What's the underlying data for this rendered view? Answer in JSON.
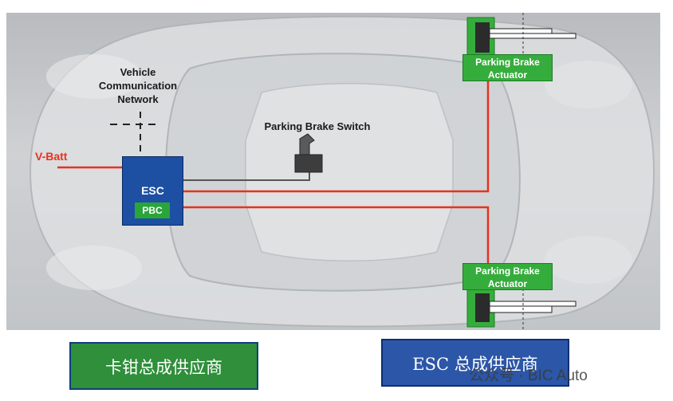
{
  "diagram": {
    "vbatt_label": "V-Batt",
    "network_label_lines": [
      "Vehicle",
      "Communication",
      "Network"
    ],
    "switch_label": "Parking Brake Switch",
    "esc_label": "ESC",
    "pbc_label": "PBC",
    "actuator_top_lines": [
      "Parking Brake",
      "Actuator"
    ],
    "actuator_bottom_lines": [
      "Parking Brake",
      "Actuator"
    ],
    "colors": {
      "wire": "#e8321e",
      "esc": "#1d4fa3",
      "pbc": "#2aa53a",
      "actuator": "#35ad3c"
    }
  },
  "suppliers": {
    "caliper": "卡钳总成供应商",
    "esc": "ESC 总成供应商"
  },
  "watermark": "公众号 · BIC Auto"
}
